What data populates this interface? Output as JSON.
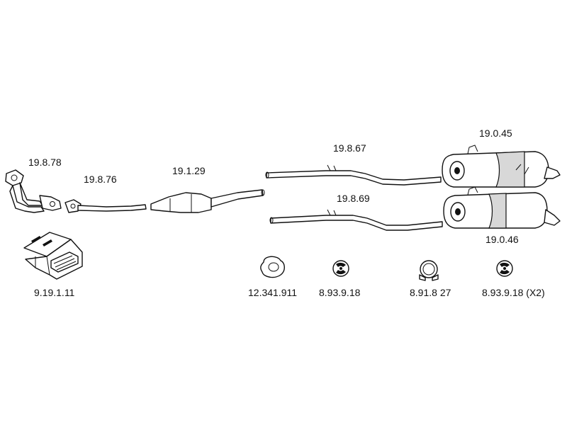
{
  "parts": [
    {
      "id": "front_pipe",
      "label": "19.8.78",
      "icon": "front-pipe-icon"
    },
    {
      "id": "intermediate_pipe",
      "label": "19.8.76",
      "icon": "intermediate-pipe-icon"
    },
    {
      "id": "catalytic_converter",
      "label": "19.1.29",
      "icon": "catalytic-converter-icon"
    },
    {
      "id": "center_pipe_upper",
      "label": "19.8.67",
      "icon": "center-pipe-icon"
    },
    {
      "id": "center_pipe_lower",
      "label": "19.8.69",
      "icon": "center-pipe-icon"
    },
    {
      "id": "rear_silencer_upper",
      "label": "19.0.45",
      "icon": "rear-silencer-icon"
    },
    {
      "id": "rear_silencer_lower",
      "label": "19.0.46",
      "icon": "rear-silencer-icon"
    },
    {
      "id": "mounting_kit",
      "label": "9.19.1.11",
      "icon": "mounting-kit-box-icon"
    },
    {
      "id": "gasket",
      "label": "12.341.911",
      "icon": "gasket-icon"
    },
    {
      "id": "rubber_mount_1",
      "label": "8.93.9.18",
      "icon": "rubber-mount-icon"
    },
    {
      "id": "clamp",
      "label": "8.91.8 27",
      "icon": "clamp-icon"
    },
    {
      "id": "rubber_mount_2",
      "label": "8.93.9.18 (X2)",
      "icon": "rubber-mount-icon"
    }
  ]
}
